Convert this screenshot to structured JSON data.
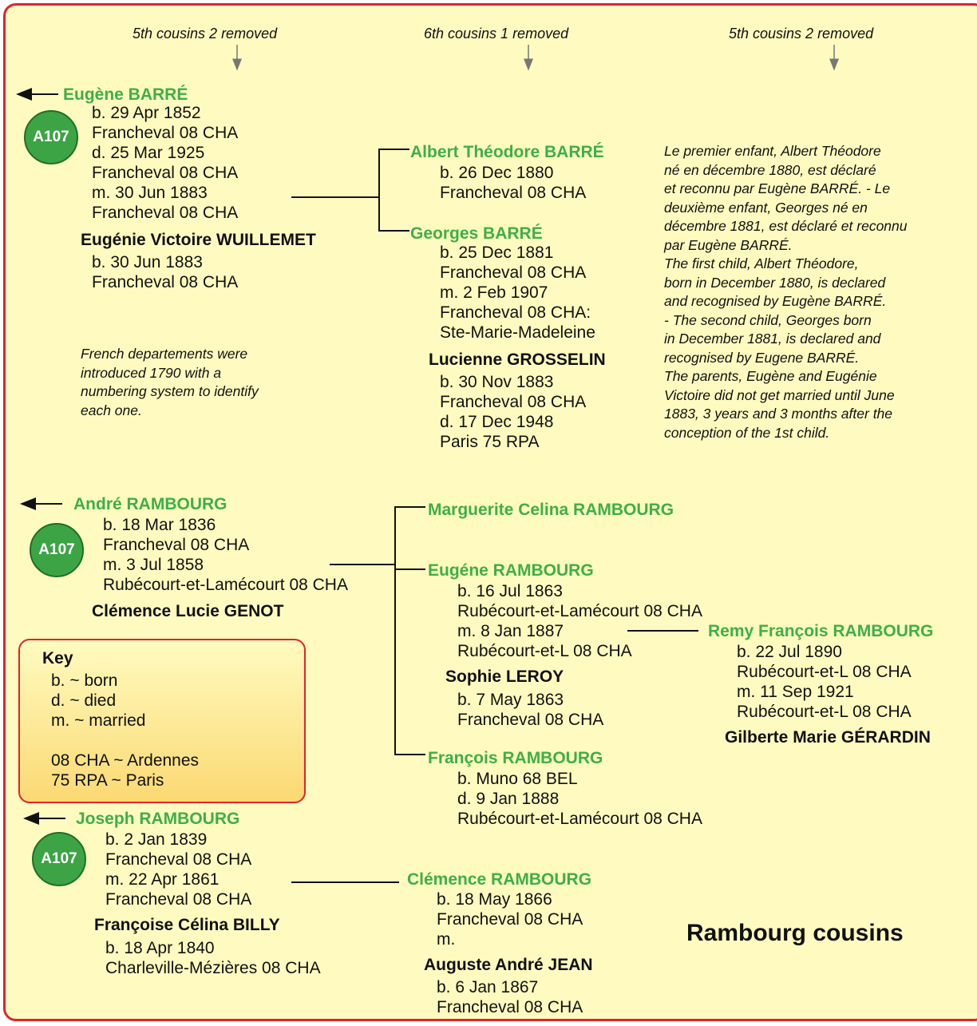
{
  "headers": [
    "5th cousins 2 removed",
    "6th cousins 1 removed",
    "5th cousins 2 removed"
  ],
  "badge_label": "A107",
  "colors": {
    "frame": "#e0242c",
    "background": "#fffbc0",
    "name": "#3fae49",
    "badge": "#3ca445"
  },
  "eugene_barre": {
    "name": "Eugène BARRÉ",
    "details": [
      "b. 29 Apr 1852",
      "Francheval 08 CHA",
      "d. 25 Mar 1925",
      "Francheval 08 CHA",
      "m. 30 Jun 1883",
      "Francheval 08 CHA"
    ],
    "spouse": "Eugénie Victoire WUILLEMET",
    "spouse_details": [
      "b. 30 Jun 1883",
      "Francheval 08 CHA"
    ]
  },
  "albert": {
    "name": "Albert Théodore BARRÉ",
    "details": [
      "b. 26 Dec 1880",
      "Francheval 08 CHA"
    ]
  },
  "georges": {
    "name": "Georges BARRÉ",
    "details": [
      "b. 25 Dec 1881",
      "Francheval 08 CHA",
      "m. 2 Feb 1907",
      "Francheval 08 CHA:",
      "Ste-Marie-Madeleine"
    ],
    "spouse": "Lucienne GROSSELIN",
    "spouse_details": [
      "b. 30 Nov 1883",
      "Francheval 08 CHA",
      "d. 17 Dec 1948",
      "Paris 75 RPA"
    ]
  },
  "barre_note": [
    "Le premier enfant, Albert Théodore",
    "né en décembre 1880, est déclaré",
    "et reconnu par Eugène BARRÉ. - Le",
    "deuxième enfant, Georges né en",
    "décembre 1881, est déclaré et reconnu",
    "par Eugène BARRÉ.",
    "The first child, Albert Théodore,",
    "born in December 1880, is declared",
    "and recognised by Eugène BARRÉ.",
    "- The second child, Georges born",
    "in December 1881, is declared and",
    "recognised by Eugene BARRÉ.",
    "The parents, Eugène and Eugénie",
    "Victoire did not get married until June",
    "1883, 3 years and 3 months after the",
    "conception of the 1st child."
  ],
  "departement_note": [
    "French departements were",
    "introduced 1790 with a",
    "numbering system to identify",
    "each one."
  ],
  "andre": {
    "name": "André RAMBOURG",
    "details": [
      "b. 18 Mar 1836",
      "Francheval 08 CHA",
      "m. 3 Jul 1858",
      "Rubécourt-et-Lamécourt 08 CHA"
    ],
    "spouse": "Clémence Lucie GENOT"
  },
  "marguerite": {
    "name": "Marguerite Celina RAMBOURG"
  },
  "eugene_r": {
    "name": "Eugéne RAMBOURG",
    "details": [
      "b. 16 Jul 1863",
      "Rubécourt-et-Lamécourt 08 CHA",
      "m. 8 Jan 1887",
      "Rubécourt-et-L 08 CHA"
    ],
    "spouse": "Sophie LEROY",
    "spouse_details": [
      "b. 7 May 1863",
      "Francheval 08 CHA"
    ]
  },
  "remy": {
    "name": "Remy François RAMBOURG",
    "details": [
      "b. 22 Jul 1890",
      "Rubécourt-et-L 08 CHA",
      "m. 11 Sep 1921",
      "Rubécourt-et-L 08 CHA"
    ],
    "spouse": "Gilberte Marie GÉRARDIN"
  },
  "francois": {
    "name": "François RAMBOURG",
    "details": [
      "b. Muno 68 BEL",
      "d. 9 Jan 1888",
      "Rubécourt-et-Lamécourt 08 CHA"
    ]
  },
  "key": {
    "title": "Key",
    "items": [
      "b. ~ born",
      "d. ~ died",
      "m. ~ married",
      "",
      "08 CHA ~ Ardennes",
      "75 RPA ~ Paris"
    ]
  },
  "joseph": {
    "name": "Joseph RAMBOURG",
    "details": [
      "b. 2 Jan 1839",
      "Francheval 08 CHA",
      "m. 22 Apr 1861",
      "Francheval 08 CHA"
    ],
    "spouse": "Françoise Célina BILLY",
    "spouse_details": [
      "b. 18 Apr 1840",
      "Charleville-Mézières 08 CHA"
    ]
  },
  "clemence": {
    "name": "Clémence RAMBOURG",
    "details": [
      "b. 18 May 1866",
      "Francheval 08 CHA",
      "m."
    ],
    "spouse": "Auguste André JEAN",
    "spouse_details": [
      "b. 6 Jan 1867",
      "Francheval 08 CHA"
    ]
  },
  "page_title": "Rambourg cousins"
}
